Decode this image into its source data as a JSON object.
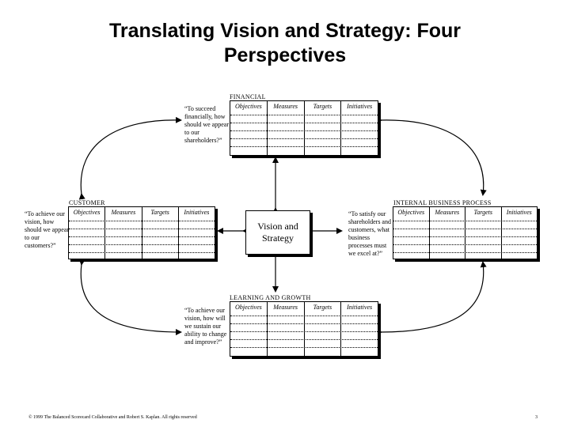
{
  "title": {
    "line1": "Translating Vision and Strategy: Four",
    "line2": "Perspectives"
  },
  "columns": [
    "Objectives",
    "Measures",
    "Targets",
    "Initiatives"
  ],
  "financial": {
    "label": "FINANCIAL",
    "question": "“To succeed financially, how should we appear to our shareholders?”"
  },
  "customer": {
    "label": "CUSTOMER",
    "question": "“To achieve our vision, how should we appear to our customers?”"
  },
  "internal": {
    "label": "INTERNAL BUSINESS PROCESS",
    "question": "“To satisfy our shareholders and customers, what business processes must we excel at?”"
  },
  "learning": {
    "label": "LEARNING AND GROWTH",
    "question": "“To achieve our vision, how will we sustain our ability to change and improve?”"
  },
  "center": {
    "line1": "Vision and",
    "line2": "Strategy"
  },
  "footer": "© 1999 The Balanced Scorecard Collaborative and Robert S. Kaplan. All rights reserved",
  "page_number": "3"
}
